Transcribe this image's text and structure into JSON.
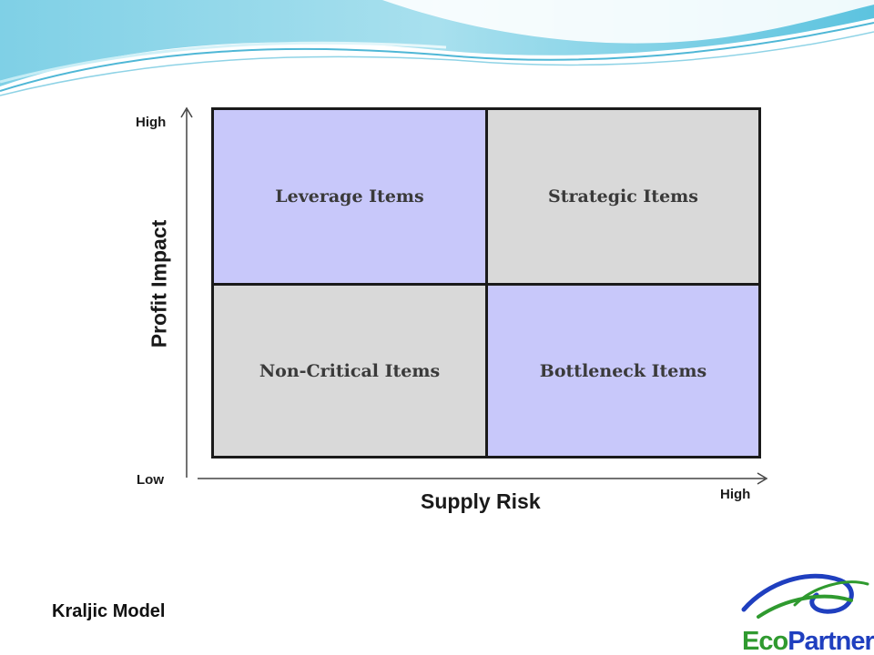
{
  "matrix": {
    "top_left": "Leverage Items",
    "top_right": "Strategic Items",
    "bottom_left": "Non-Critical Items",
    "bottom_right": "Bottleneck Items"
  },
  "axes": {
    "y_title": "Profit Impact",
    "y_high": "High",
    "y_low": "Low",
    "x_title": "Supply Risk",
    "x_high": "High"
  },
  "caption": "Kraljic Model",
  "logo": {
    "text": "EcoPartners",
    "icon": "swirl-icon"
  },
  "colors": {
    "lavender_cell": "#c8c8fa",
    "gray_cell": "#d9d9d9",
    "logo_blue": "#1f3fbf",
    "logo_green": "#2f9a2f"
  }
}
